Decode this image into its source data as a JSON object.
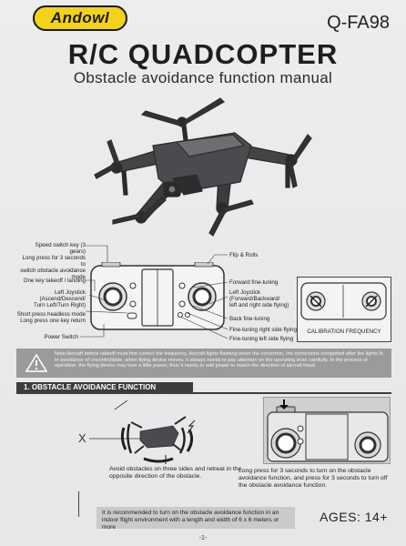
{
  "header": {
    "brand": "Andowl",
    "model": "Q-FA98",
    "title": "R/C QUADCOPTER",
    "subtitle": "Obstacle avoidance function manual"
  },
  "controller_labels": {
    "left": [
      "Speed switch key (3 gears)",
      "Long press for 3 seconds to",
      "switch obstacle avoidance",
      "mode",
      "One key takeoff / landing",
      "Left Joystick",
      "(Ascend/Descend/",
      "Turn Left/Turn Right)",
      "Short press headless mode",
      "Long press one key return",
      "Power Switch"
    ],
    "right": [
      "Flip & Rolls",
      "Forward fine-tuning",
      "Left Joystick",
      "(Forward/Backward/",
      "left and right side flying)",
      "Back fine-tuning",
      "Fine-tuning right side flying",
      "Fine-tuning left side flying"
    ],
    "calibration": "CALIBRATION FREQUENCY"
  },
  "warning": {
    "text": "Note:Aircraft before takeoff must first correct the frequency. Aircraft lights flashing when the correction, the corrections completed after the lights lit. In avoidance of uncontrollable, when flying device moves, it always needs to pay attention on the operating level carefully. In the process of operation, the flying device may lose a little power, thus it needs to add power to match the direction of aircraft head."
  },
  "section": {
    "heading": "1. OBSTACLE AVOIDANCE FUNCTION",
    "caption_left": "Avoid obstacles on three sides and retreat in the opposite direction of the obstacle.",
    "caption_right": "Long press for 3 seconds to turn on the obstacle avoidance function, and press for 3 seconds to turn off the obstacle avoidance function.",
    "x_mark": "X",
    "note": "It is recommended to turn on the obstacle avoidance function in an indoor flight environment with a length and width of 6 x 6 meters or more"
  },
  "footer": {
    "ages": "AGES:  14+",
    "page": "-1-"
  },
  "colors": {
    "logo_yellow": "#f3d21a",
    "warning_bar": "#9a9b9d",
    "section_header": "#3d3d3f",
    "paper": "#e9eaea"
  },
  "icons": [
    "warning-triangle-icon",
    "arrow-down-icon",
    "drone-illustration",
    "remote-controller-illustration"
  ]
}
